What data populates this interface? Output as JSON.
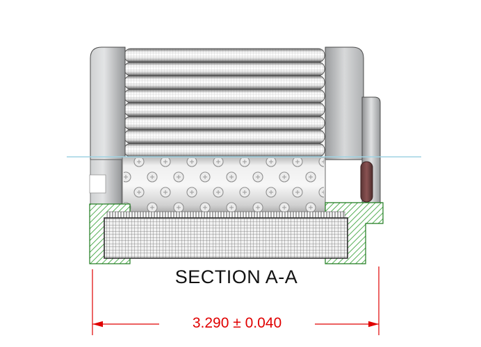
{
  "section": {
    "label": "SECTION A-A"
  },
  "dimension": {
    "text": "3.290 ± 0.040",
    "value": "3.290",
    "tolerance": "± 0.040"
  },
  "colors": {
    "dimension_red": "#e00000",
    "centerline_blue": "#9fd4e4",
    "hatch_green": "#2e9b2e",
    "hatch_green_border": "#1d7a1d",
    "seal_maroon": "#6e3f3f",
    "metal_gray": "#b9bbbd",
    "background": "#ffffff"
  },
  "parts": {
    "pleated_media": "pleated filter media",
    "perforated_core": "perforated inner core",
    "mesh_screen": "outer wire mesh",
    "left_end_cap": "left end cap",
    "right_end_cap": "right end cap",
    "outlet_fitting": "outlet fitting",
    "seal": "o-ring seal"
  }
}
